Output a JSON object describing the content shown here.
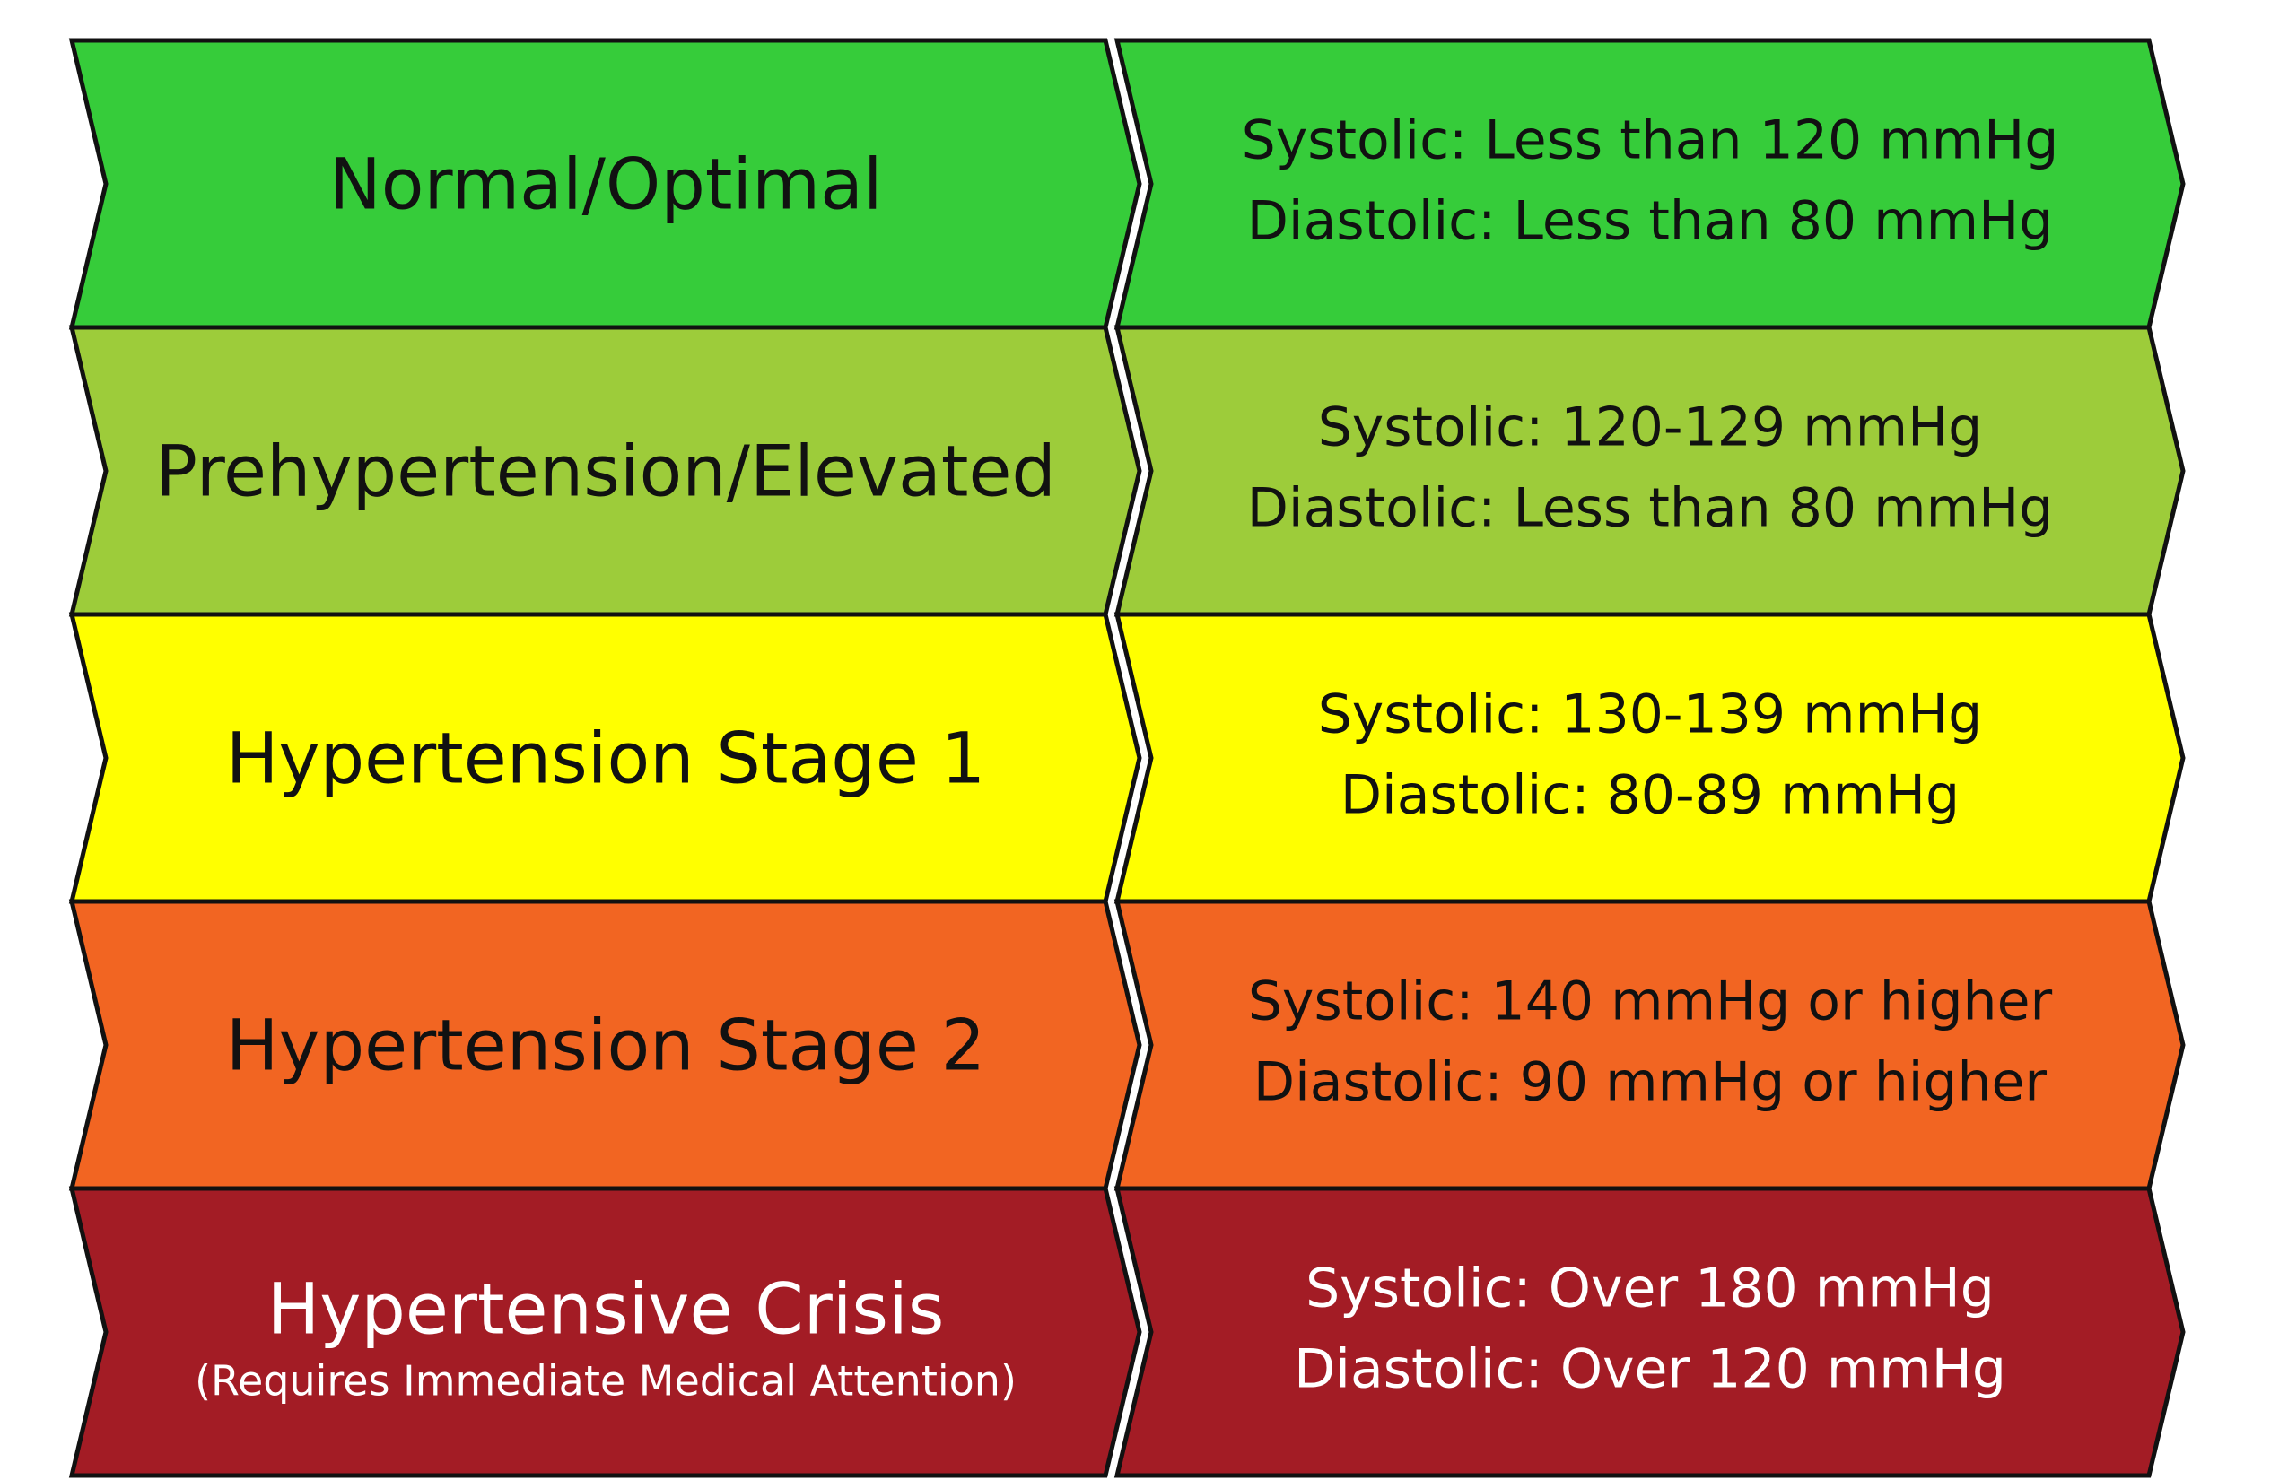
{
  "categories": [
    {
      "id": "normal",
      "label": "Normal/Optimal",
      "sublabel": "",
      "systolic": "Systolic: Less than 120 mmHg",
      "diastolic": "Diastolic: Less than 80 mmHg",
      "color": "#36cc3a",
      "text_color": "dark"
    },
    {
      "id": "elevated",
      "label": "Prehypertension/Elevated",
      "sublabel": "",
      "systolic": "Systolic: 120-129 mmHg",
      "diastolic": "Diastolic: Less than 80 mmHg",
      "color": "#9dcc3a",
      "text_color": "dark"
    },
    {
      "id": "stage-1",
      "label": "Hypertension Stage 1",
      "sublabel": "",
      "systolic": "Systolic: 130-139 mmHg",
      "diastolic": "Diastolic: 80-89 mmHg",
      "color": "#ffff00",
      "text_color": "dark"
    },
    {
      "id": "stage-2",
      "label": "Hypertension Stage 2",
      "sublabel": "",
      "systolic": "Systolic: 140 mmHg or higher",
      "diastolic": "Diastolic: 90 mmHg or higher",
      "color": "#f26522",
      "text_color": "dark"
    },
    {
      "id": "crisis",
      "label": "Hypertensive Crisis",
      "sublabel": "(Requires Immediate Medical Attention)",
      "systolic": "Systolic: Over 180 mmHg",
      "diastolic": "Diastolic: Over 120 mmHg",
      "color": "#a31c25",
      "text_color": "light"
    }
  ]
}
